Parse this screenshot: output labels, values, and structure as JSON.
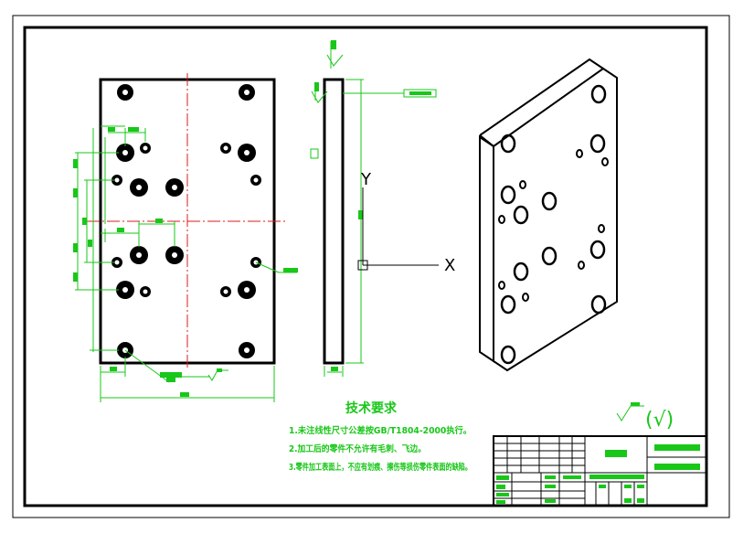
{
  "drawing": {
    "technical_requirements": {
      "title": "技术要求",
      "items": [
        "1.未注线性尺寸公差按GB/T1804-2000执行。",
        "2.加工后的零件不允许有毛刺、飞边。",
        "3.零件加工表面上，不应有划痕、擦伤等损伤零件表面的缺陷。"
      ]
    },
    "roughness_note": "(√)",
    "ucs": {
      "x_label": "X",
      "y_label": "Y"
    }
  },
  "colors": {
    "outline": "#000000",
    "dimension": "#19c719",
    "centerline": "#e01919",
    "background": "#ffffff"
  }
}
